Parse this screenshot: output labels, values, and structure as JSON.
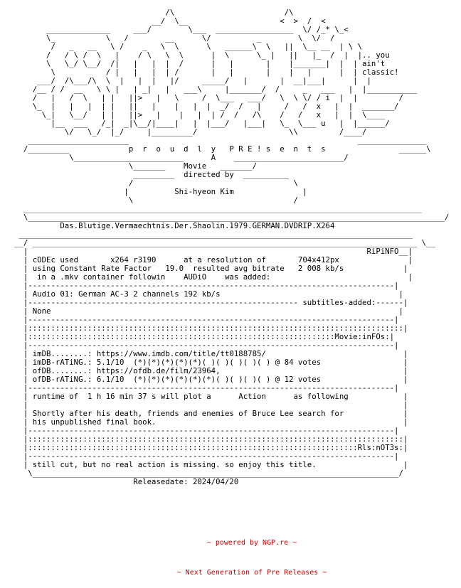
{
  "nfo_lines": [
    "                                 /\\                        /\\",
    "                              __/  \\__                    <  >  /  <",
    "       ______________     ___/        \\___  _________________  \\/ /_* \\_<",
    "       \\_           \\   /        __      \\/          _        \\  \\/  /",
    "        /   _   __   \\ /    _   \\  \\      \\   ______\\  \\   ||  \\__ __  | \\ \\",
    "       /   / \\ /  \\   |    / \\   \\  \\      |  \\      \\_ |   ||   |_  /  |  |.. you",
    "       \\   \\_/ \\__/  /|   |   |  |  /      |   |       |    |_______|  |  | ain't",
    "        \\           / |   |   |  | /       |   |       |    |   |      |  | classic!",
    "     ___/  /\\___/\\  \\  |   |  |   |/     _____/   |       |  __|___|      |  |",
    "    /__ / /  __   \\ \\ |   | _|   |   ___\\     |_______/  /     _   ___   |  |___________",
    "    /   |   /  \\   | |   ||>   |   \\     /  \\___   ___/   \\  \\ \\/ / i  |  |         /",
    "    \\_  |   |   |  | |   ||   |    |   |  |  _/  /   |     /   /  x   |  |  _______/",
    "      \\_|   \\__/   | |   ||>   |    |   |  | /  /   /\\    /   /   x   |  |  \\____",
    "        |__  ___   /_|  _|\\__/|____|   |  |___/   |___|   \\_  \\___ u   |  |______/",
    "           \\/   \\_/  |_/     |_________/                    \\\\         /____/",
    "   ______________________                                                  _______________",
    "  /_________             p  r  o  u  d  l  y   P R E ! s  e  n  t  s                ______\\",
    "            \\________________________      A    ________________________/",
    "                         \\_______    Movie   _______/",
    "                          _________  directed by  __________",
    "                         /                                   \\",
    "                        |          Shi-hyeon Kim               |",
    "                         \\                                   /",
    "  _______________________________________________________________________________________",
    "  \\___________________________________________________________________________________________/",
    "          Das.Blutige.Vermaechtnis.Der.Shaolin.1979.GERMAN.DVDRIP.X264",
    " ______________________________________________________________________________________",
    "__/ ____________________________________________________________________________________ \\__",
    "  |                                                                          RiPiNFO__|",
    "  | cODEc used       x264 r3190      at a resolution of       704x412px               |",
    "  | using Constant Rate Factor   19.0  resulted avg bitrate   2 008 kb/s             |",
    "  |  in a .mkv container followin    AUDiO    was added:                              |",
    "  |--------------------------------------------------------------------------------|",
    "  | Audio 01: German AC-3 2 channels 192 kb/s                                       |",
    "  |----------------------------------------------------------- subtitles-added:------|",
    "  | None                                                                            |",
    "  |--------------------------------------------------------------------------------|",
    "  |::::::::::::::::::::::::::::::::::::::::::::::::::::::::::::::::::::::::::::::::::|",
    "  |:::::::::::::::::::::::::::::::::::::::::::::::::::::::::::::::::::Movie:inFOs:|",
    "  |--------------------------------------------------------------------------------|",
    "  | imDB........: https://www.imdb.com/title/tt0188785/                              |",
    "  | imDB-rATiNG.: 5.1/10  (*)(*)(*)(*)(*)( )( )( )( )( ) @ 84 votes                  |",
    "  | ofDB........: https://ofdb.de/film/23964,                                        |",
    "  | ofDB-rATiNG.: 6.1/10  (*)(*)(*)(*)(*)(*)( )( )( )( ) @ 12 votes                  |",
    "  |--------------------------------------------------------------------------------|",
    "  | runtime of  1 h 16 min 37 s will plot a      Action      as following            |",
    "  |                                                                                  |",
    "  | Shortly after his death, friends and enemies of Bruce Lee search for             |",
    "  | his unpublished final book.                                                      |",
    "  |--------------------------------------------------------------------------------|",
    "  |::::::::::::::::::::::::::::::::::::::::::::::::::::::::::::::::::::::::::::::::::|",
    "  |::::::::::::::::::::::::::::::::::::::::::::::::::::::::::::::::::::::::Rls:nOT3s:|",
    "  |--------------------------------------------------------------------------------|",
    "  | still cut, but no real action is missing. so enjoy this title.                   |",
    "   \\________________________________________________________________________________/",
    "                          Releasedate: 2024/04/20"
  ],
  "footer": {
    "line1": "~ powered by NGP.re ~",
    "line2": "~ Next Generation of Pre Releases ~",
    "color": "#cc0000"
  }
}
